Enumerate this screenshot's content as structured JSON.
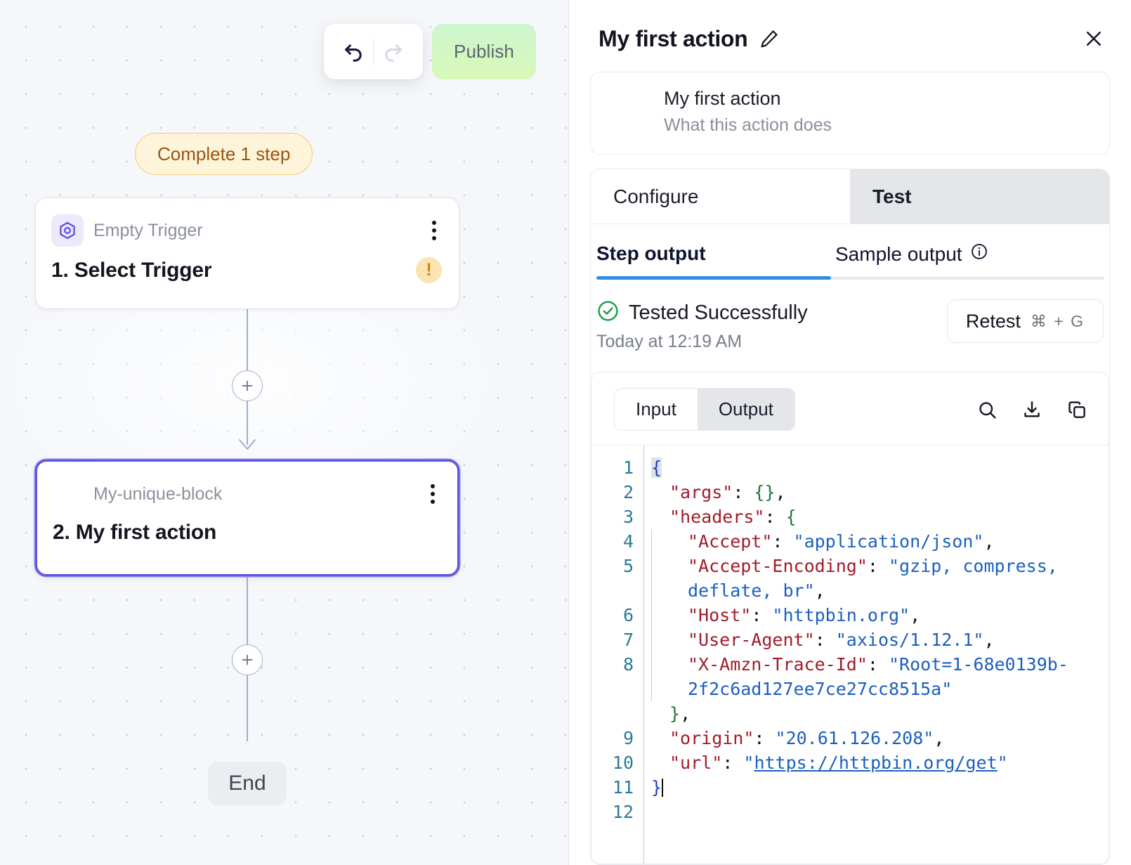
{
  "canvas": {
    "toolbar": {
      "undo_icon": "undo-arrow-icon",
      "redo_icon": "redo-arrow-icon",
      "publish_label": "Publish"
    },
    "badge": {
      "label": "Complete 1 step"
    },
    "nodes": [
      {
        "subtitle": "Empty Trigger",
        "title": "1. Select Trigger",
        "icon": "hexagon-target-icon",
        "warning": "!",
        "kebab": "more-options-icon"
      },
      {
        "subtitle": "My-unique-block",
        "title": "2. My first action",
        "kebab": "more-options-icon"
      }
    ],
    "add_button_label": "+",
    "end_label": "End"
  },
  "panel": {
    "title": "My first action",
    "edit_icon": "pencil-icon",
    "close_icon": "close-icon",
    "description": {
      "name": "My first action",
      "subtitle": "What this action does"
    },
    "tabs": [
      {
        "label": "Configure",
        "active": false
      },
      {
        "label": "Test",
        "active": true
      }
    ],
    "subtabs": [
      {
        "label": "Step output",
        "active": true
      },
      {
        "label": "Sample output",
        "active": false,
        "info_icon": "info-icon"
      }
    ],
    "status": {
      "icon": "check-circle-icon",
      "text": "Tested Successfully",
      "timestamp": "Today at 12:19 AM",
      "retest_label": "Retest",
      "retest_shortcut": "⌘ + G"
    },
    "code": {
      "segments": [
        {
          "label": "Input",
          "active": false
        },
        {
          "label": "Output",
          "active": true
        }
      ],
      "actions": [
        {
          "icon": "search-icon"
        },
        {
          "icon": "download-icon"
        },
        {
          "icon": "copy-icon"
        }
      ],
      "line_numbers": [
        "1",
        "2",
        "3",
        "4",
        "5",
        "6",
        "7",
        "8",
        "9",
        "10",
        "11",
        "12"
      ],
      "lines": [
        "{",
        "  \"args\": {},",
        "  \"headers\": {",
        "    \"Accept\": \"application/json\",",
        "    \"Accept-Encoding\": \"gzip, compress, deflate, br\",",
        "    \"Host\": \"httpbin.org\",",
        "    \"User-Agent\": \"axios/1.12.1\",",
        "    \"X-Amzn-Trace-Id\": \"Root=1-68e0139b-2f2c6ad127ee7ce27cc8515a\"",
        "  },",
        "  \"origin\": \"20.61.126.208\",",
        "  \"url\": \"https://httpbin.org/get\"",
        "}"
      ],
      "json_value": {
        "args": {},
        "headers": {
          "Accept": "application/json",
          "Accept-Encoding": "gzip, compress, deflate, br",
          "Host": "httpbin.org",
          "User-Agent": "axios/1.12.1",
          "X-Amzn-Trace-Id": "Root=1-68e0139b-2f2c6ad127ee7ce27cc8515a"
        },
        "origin": "20.61.126.208",
        "url": "https://httpbin.org/get"
      }
    }
  },
  "colors": {
    "accent_purple": "#5b57e0",
    "publish_green_top": "#cdf5cf",
    "publish_green_bottom": "#d8f9b8",
    "badge_amber": "#9c5510",
    "success_green": "#1f9d4d",
    "underline_blue": "#2f8fe0",
    "canvas_bg": "#f5f7fa"
  }
}
